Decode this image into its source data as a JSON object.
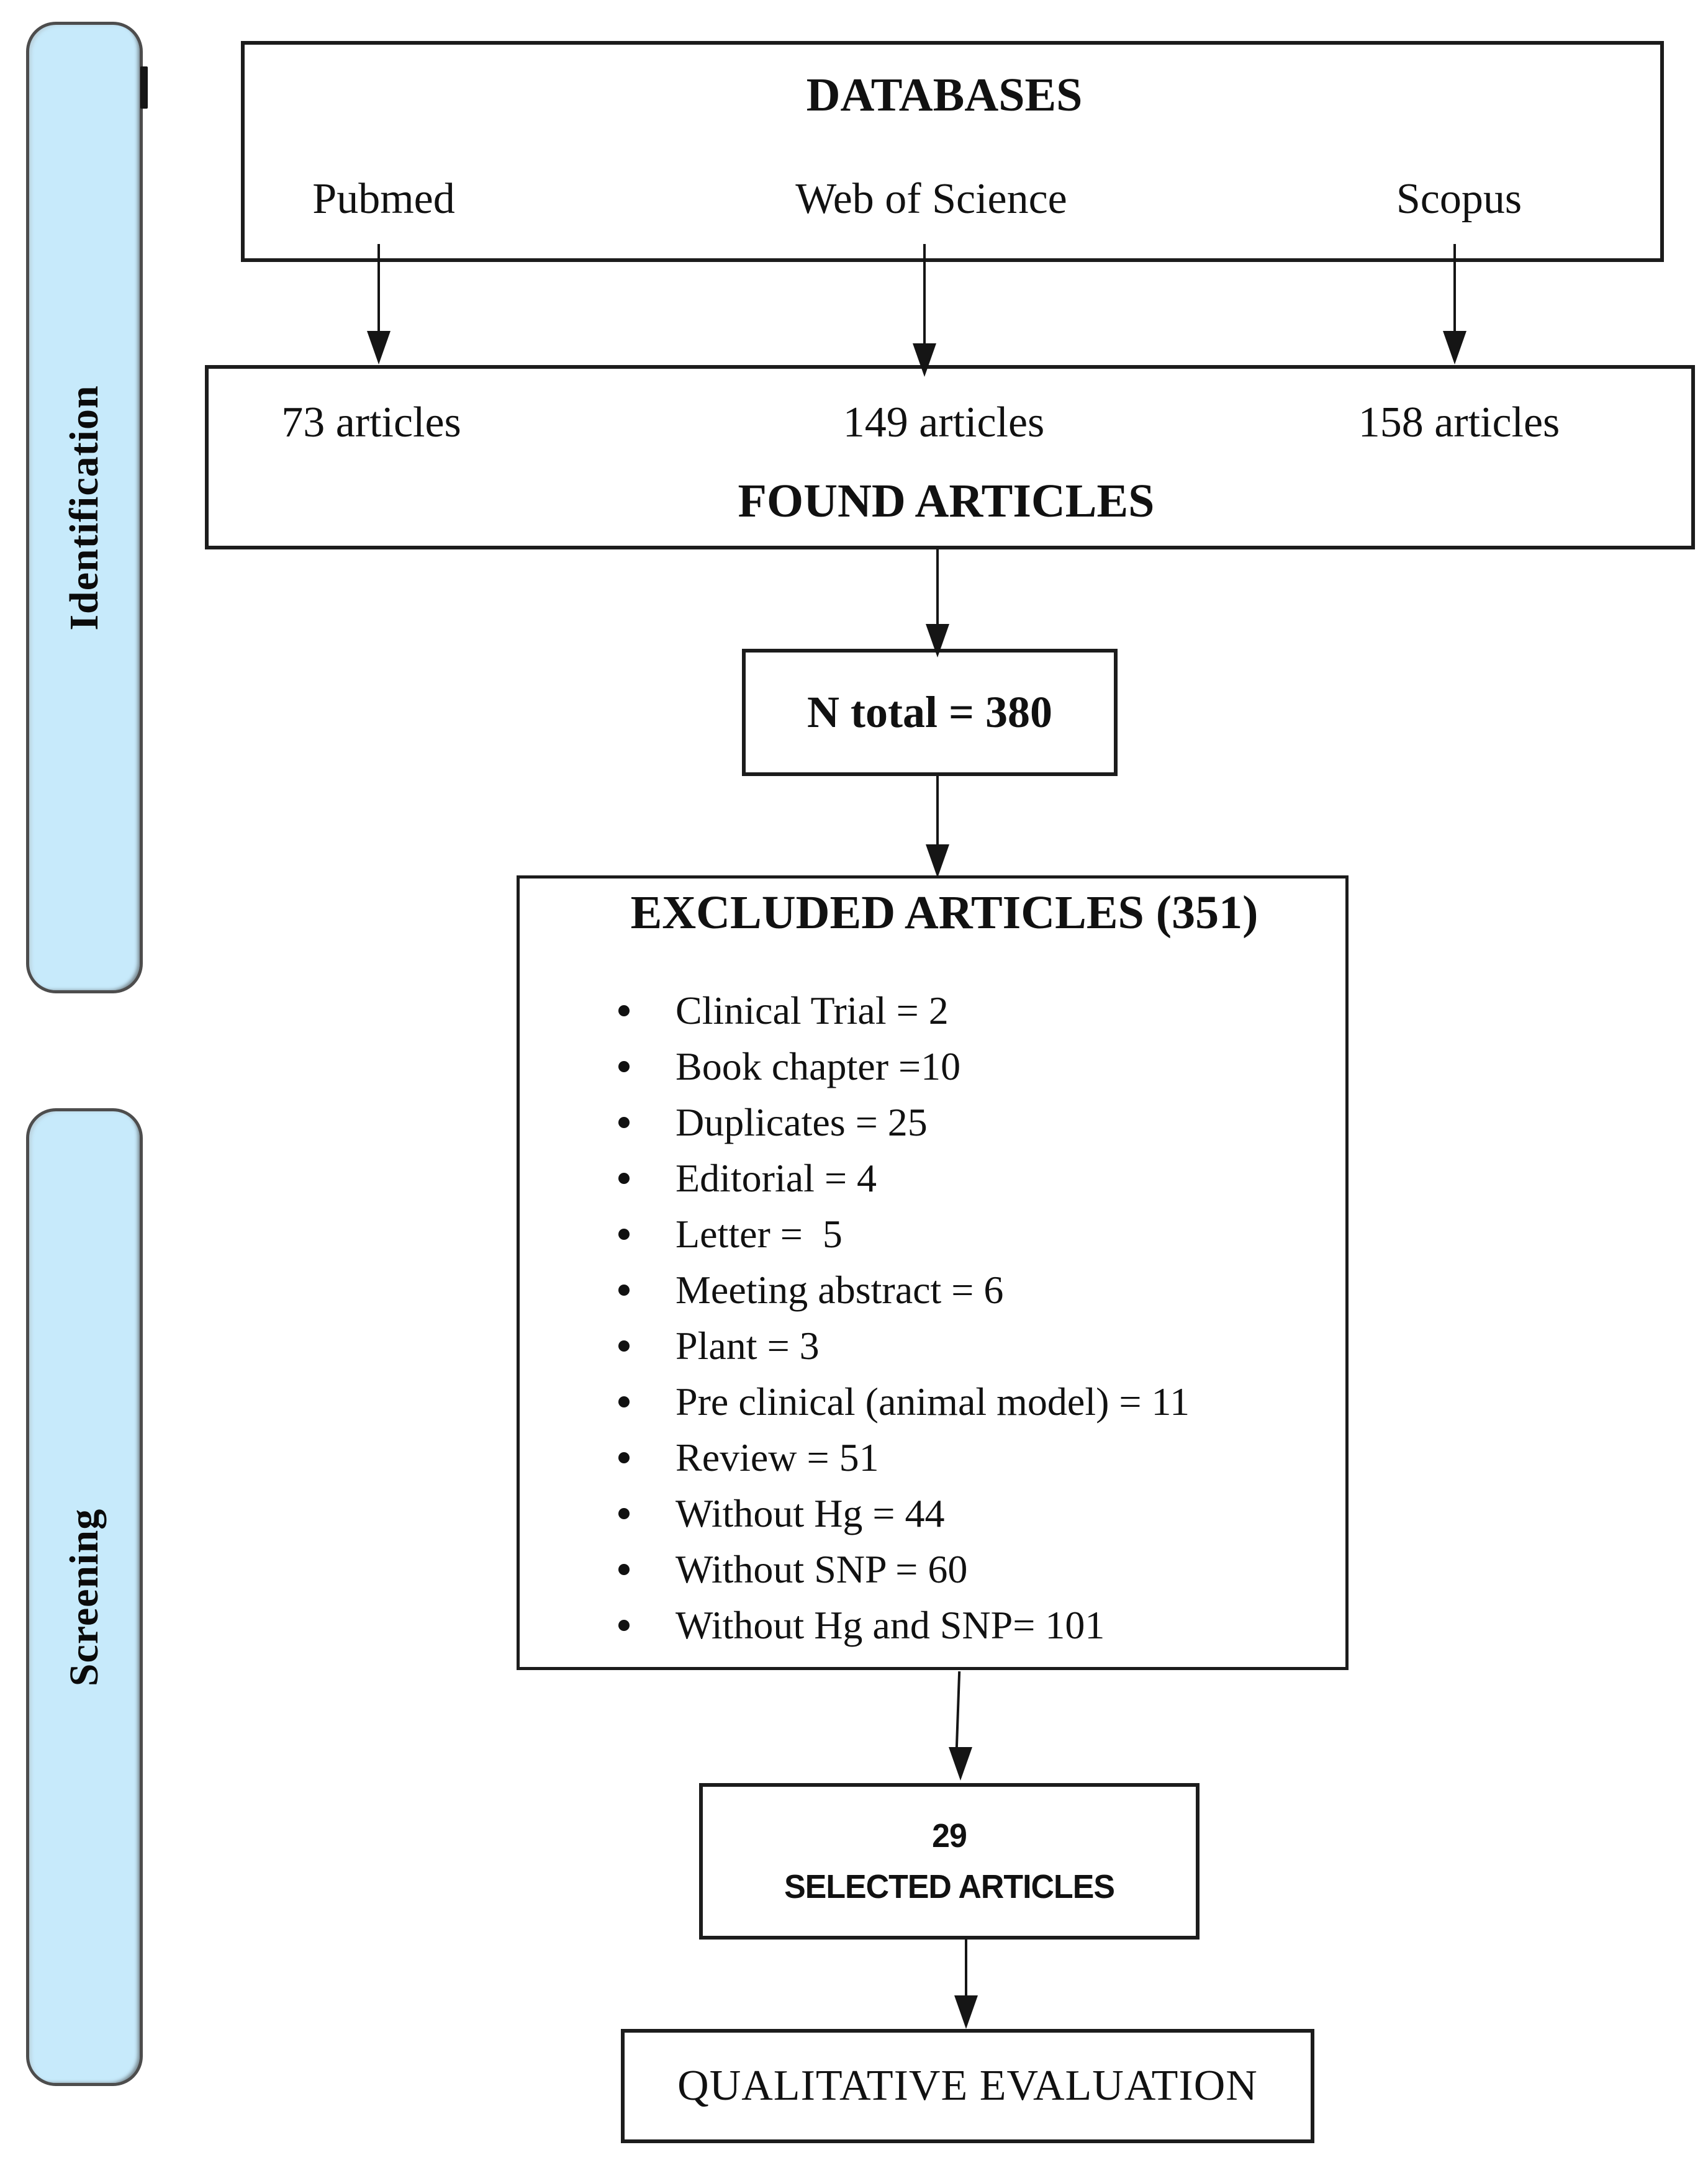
{
  "figure": {
    "stages": [
      {
        "label": "Identification"
      },
      {
        "label": "Screening"
      }
    ],
    "databases": {
      "title": "DATABASES",
      "sources": [
        "Pubmed",
        "Web of Science",
        "Scopus"
      ]
    },
    "found": {
      "counts": [
        "73 articles",
        "149 articles",
        "158 articles"
      ],
      "title": "FOUND ARTICLES"
    },
    "total": {
      "label": "N total = 380"
    },
    "excluded": {
      "title": "EXCLUDED ARTICLES (351)",
      "items": [
        "Clinical Trial = 2",
        "Book chapter =10",
        "Duplicates = 25",
        "Editorial = 4",
        "Letter =  5",
        "Meeting abstract = 6",
        "Plant = 3",
        "Pre clinical (animal model) = 11",
        "Review = 51",
        "Without Hg = 44",
        "Without SNP = 60",
        "Without Hg and SNP= 101"
      ]
    },
    "selected": {
      "count": "29",
      "label": "SELECTED ARTICLES"
    },
    "evaluation": {
      "label": "QUALITATIVE EVALUATION"
    }
  },
  "colors": {
    "stage_fill": "#c7eafb",
    "stage_border": "#4d4d4d",
    "box_border": "#1c1c1c",
    "arrow": "#151515",
    "text": "#111111",
    "background": "#ffffff"
  }
}
